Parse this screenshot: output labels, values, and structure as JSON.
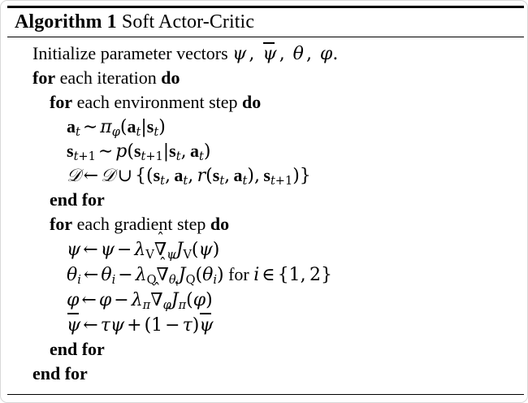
{
  "document": {
    "type": "algorithm-pseudocode-block",
    "title_prefix": "Algorithm 1",
    "title_name": "Soft Actor-Critic",
    "background_color": "#ffffff",
    "text_color": "#000000",
    "border_color": "#d8d8d8"
  },
  "algorithm": {
    "caption_keyword": "Algorithm 1",
    "caption_text": "Soft Actor-Critic",
    "lines": [
      {
        "id": "line-init",
        "indent": 1,
        "text": "Initialize parameter vectors ψ, ψ̄, θ, φ.",
        "kind": "statement"
      },
      {
        "id": "line-for-iteration",
        "indent": 1,
        "text": "for each iteration do",
        "kind": "loop-begin",
        "keywords": [
          "for",
          "do"
        ]
      },
      {
        "id": "line-for-env-step",
        "indent": 2,
        "text": "for each environment step do",
        "kind": "loop-begin",
        "keywords": [
          "for",
          "do"
        ]
      },
      {
        "id": "line-sample-action",
        "indent": 3,
        "text": "a_t ~ π_φ(a_t|s_t)",
        "kind": "equation"
      },
      {
        "id": "line-sample-state",
        "indent": 3,
        "text": "s_{t+1} ~ p(s_{t+1}|s_t, a_t)",
        "kind": "equation"
      },
      {
        "id": "line-replay-buffer",
        "indent": 3,
        "text": "D ← D ∪ {(s_t, a_t, r(s_t, a_t), s_{t+1})}",
        "kind": "equation"
      },
      {
        "id": "line-end-for-env",
        "indent": 2,
        "text": "end for",
        "kind": "loop-end",
        "keywords": [
          "end for"
        ]
      },
      {
        "id": "line-for-grad-step",
        "indent": 2,
        "text": "for each gradient step do",
        "kind": "loop-begin",
        "keywords": [
          "for",
          "do"
        ]
      },
      {
        "id": "line-update-psi",
        "indent": 3,
        "text": "ψ ← ψ − λ_V ∇̂_ψ J_V(ψ)",
        "kind": "equation"
      },
      {
        "id": "line-update-theta",
        "indent": 3,
        "text": "θ_i ← θ_i − λ_Q ∇̂_{θ_i} J_Q(θ_i) for i ∈ {1, 2}",
        "kind": "equation"
      },
      {
        "id": "line-update-phi",
        "indent": 3,
        "text": "φ ← φ − λ_π ∇̂_φ J_π(φ)",
        "kind": "equation"
      },
      {
        "id": "line-update-psi-bar",
        "indent": 3,
        "text": "ψ̄ ← τψ + (1 − τ)ψ̄",
        "kind": "equation"
      },
      {
        "id": "line-end-for-grad",
        "indent": 2,
        "text": "end for",
        "kind": "loop-end",
        "keywords": [
          "end for"
        ]
      },
      {
        "id": "line-end-for-iteration",
        "indent": 1,
        "text": "end for",
        "kind": "loop-end",
        "keywords": [
          "end for"
        ]
      }
    ],
    "labels": {
      "initialize_word": "Initialize",
      "initialize_rest": "parameter vectors",
      "for": "for",
      "do": "do",
      "end_for": "end for",
      "each_iteration": "each iteration",
      "each_environment_step": "each environment step",
      "each_gradient_step": "each gradient step",
      "for_i_in": "for",
      "set_1_2": "{1, 2}"
    }
  }
}
